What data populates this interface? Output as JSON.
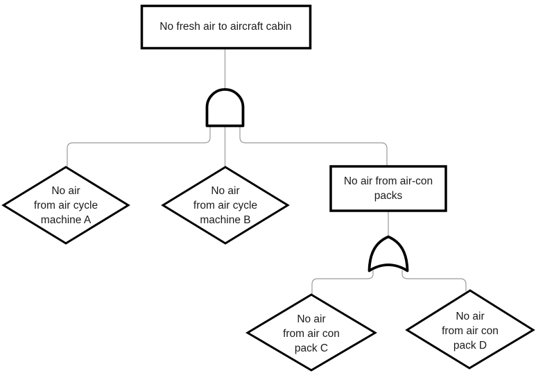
{
  "colors": {
    "background": "#ffffff",
    "shape_outline": "#000000",
    "connector": "#9a9a9a",
    "label_text": "#1a1a1a"
  },
  "fault_tree": {
    "top_event": {
      "shape": "rectangle",
      "lines": [
        "No fresh air to aircraft cabin"
      ]
    },
    "gate_1": {
      "shape": "and-gate",
      "gate_type": "AND"
    },
    "machine_a": {
      "shape": "diamond",
      "lines": [
        "No air",
        "from air cycle",
        "machine A"
      ]
    },
    "machine_b": {
      "shape": "diamond",
      "lines": [
        "No air",
        "from air cycle",
        "machine B"
      ]
    },
    "aircon_packs": {
      "shape": "rectangle",
      "lines": [
        "No air from air-con",
        "packs"
      ]
    },
    "gate_2": {
      "shape": "or-gate",
      "gate_type": "OR"
    },
    "pack_c": {
      "shape": "diamond",
      "lines": [
        "No air",
        "from air con",
        "pack C"
      ]
    },
    "pack_d": {
      "shape": "diamond",
      "lines": [
        "No air",
        "from air con",
        "pack D"
      ]
    }
  }
}
